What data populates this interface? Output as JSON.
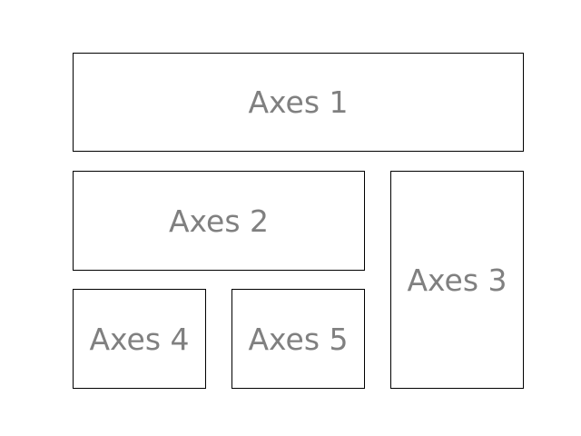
{
  "axes": [
    {
      "label": "Axes 1"
    },
    {
      "label": "Axes 2"
    },
    {
      "label": "Axes 3"
    },
    {
      "label": "Axes 4"
    },
    {
      "label": "Axes 5"
    }
  ],
  "colors": {
    "label": "#808080",
    "border": "#000000",
    "background": "#ffffff"
  }
}
